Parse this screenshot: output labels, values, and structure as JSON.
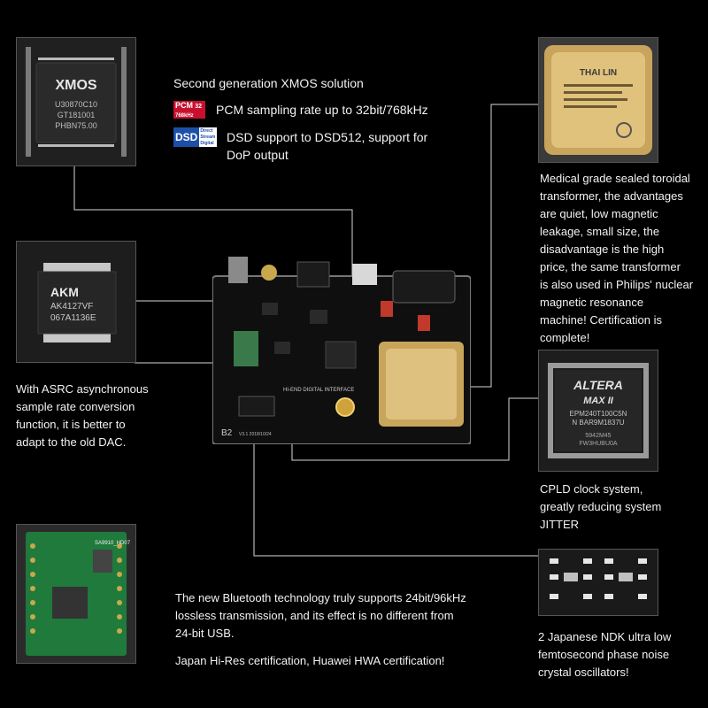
{
  "xmos": {
    "chip_brand": "XMOS",
    "chip_lines": [
      "U30870C10",
      "GT181001",
      "PHBN75.00"
    ],
    "title": "Second generation XMOS solution",
    "pcm_badge": "PCM",
    "pcm_badge_num": "32",
    "pcm_badge_sub": "768kHz",
    "pcm_text": "PCM sampling rate up to 32bit/768kHz",
    "dsd_badge": "DSD",
    "dsd_badge_sub": "Direct Stream Digital",
    "dsd_text": "DSD support to DSD512, support for\nDoP output"
  },
  "akm": {
    "chip_brand": "AKM",
    "chip_lines": [
      "AK4127VF",
      "067A1136E"
    ],
    "text": "With ASRC asynchronous\nsample rate conversion\nfunction, it is better to\nadapt to the old DAC."
  },
  "transformer": {
    "brand": "THAI LIN",
    "text": "Medical grade sealed toroidal\ntransformer, the advantages\nare quiet, low magnetic\nleakage, small size, the\ndisadvantage is the high\nprice, the same transformer\nis also used in Philips' nuclear\nmagnetic resonance\nmachine! Certification is\ncomplete!"
  },
  "cpld": {
    "chip_brand": "ALTERA",
    "chip_model": "MAX II",
    "chip_lines": [
      "EPM240T100C5N",
      "N BAR9M1837U",
      "5942M45",
      "FW3HUBU0A"
    ],
    "text": "CPLD clock system,\ngreatly reducing system\nJITTER"
  },
  "bluetooth": {
    "chip_lines": [
      "SA9910_HD07"
    ],
    "text": "The new Bluetooth technology truly supports 24bit/96kHz\nlossless transmission, and its effect is no different from\n24-bit USB.",
    "cert_text": "Japan Hi-Res certification, Huawei HWA certification!"
  },
  "oscillator": {
    "text": "2 Japanese NDK ultra low\nfemtosecond phase noise\ncrystal oscillators!"
  },
  "board": {
    "label": "HI-END DIGITAL INTERFACE",
    "model": "B2",
    "version": "V3.1 2018/10/24"
  },
  "colors": {
    "pcm_red": "#c8102e",
    "dsd_blue": "#1e4fa8",
    "transformer_gold": "#d9b56a",
    "pcb_black": "#141414"
  }
}
